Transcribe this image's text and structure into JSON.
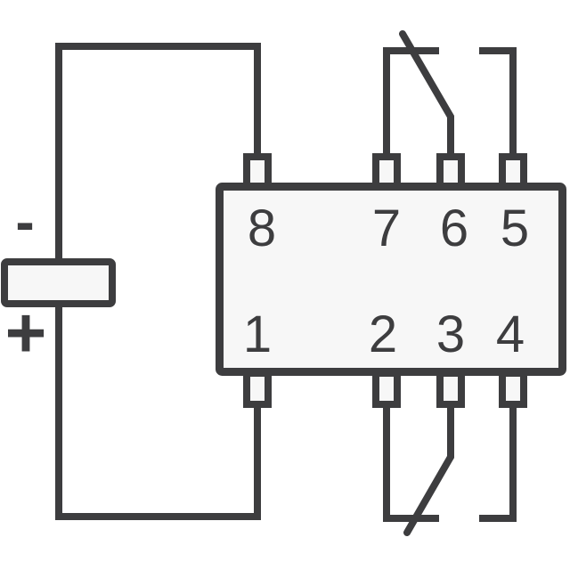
{
  "diagram_type": "relay-wiring-schematic",
  "component": {
    "pin_labels": {
      "p8": "8",
      "p7": "7",
      "p6": "6",
      "p5": "5",
      "p1": "1",
      "p2": "2",
      "p3": "3",
      "p4": "4"
    },
    "pins_top_row": [
      "8",
      "7",
      "6",
      "5"
    ],
    "pins_bottom_row": [
      "1",
      "2",
      "3",
      "4"
    ]
  },
  "power_source": {
    "negative_label": "-",
    "positive_label": "+"
  },
  "colors": {
    "line": "#3d3d3f",
    "component_fill": "#f7f7f7",
    "background": "#ffffff"
  }
}
